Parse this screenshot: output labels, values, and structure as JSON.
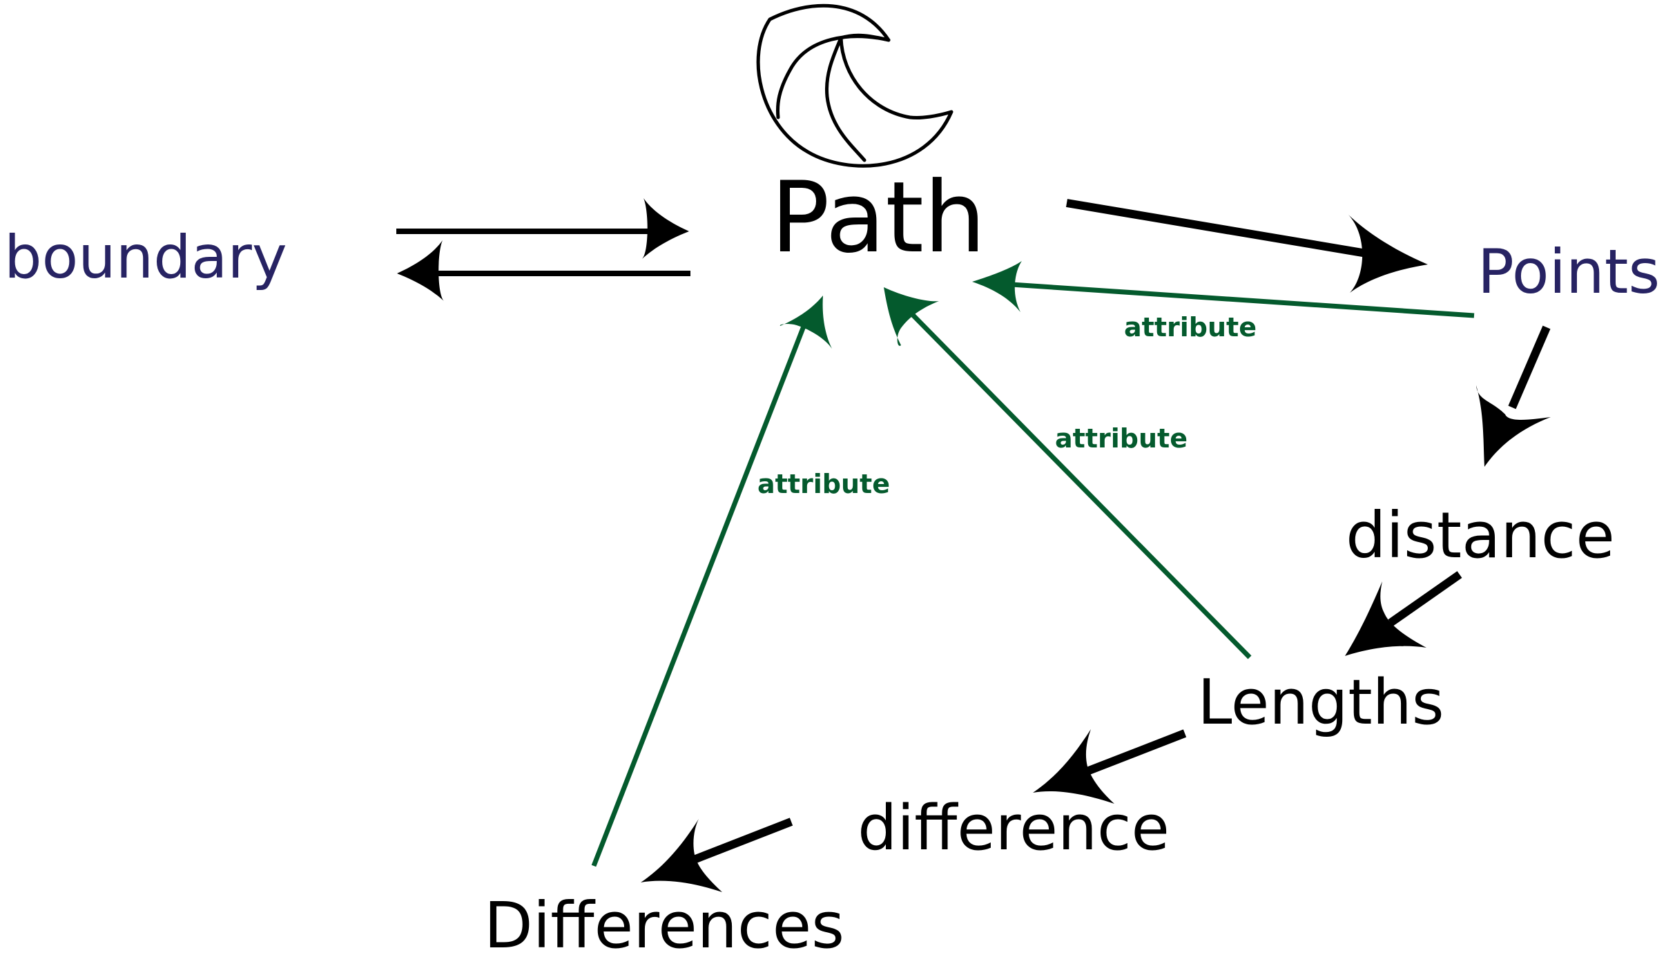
{
  "colors": {
    "node_default": "#000000",
    "node_highlight": "#272363",
    "edge_default": "#000000",
    "edge_attribute": "#045A2D"
  },
  "logo": {
    "icon": "crescent-swirl-logo-icon"
  },
  "nodes": {
    "path": "Path",
    "boundary": "boundary",
    "points": "Points",
    "distance": "distance",
    "lengths": "Lengths",
    "difference": "difference",
    "differences": "Differences"
  },
  "edges": {
    "points_to_path": "attribute",
    "lengths_to_path": "attribute",
    "differences_to_path": "attribute"
  }
}
